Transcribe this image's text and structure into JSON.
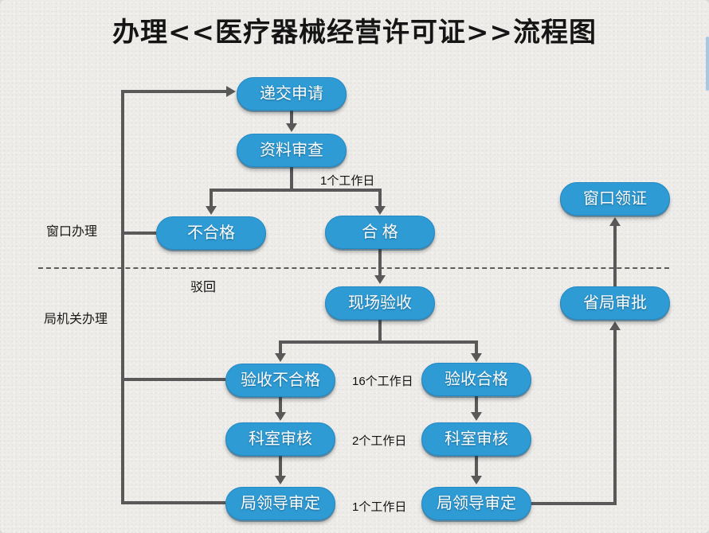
{
  "title": "办理<<医疗器械经营许可证>>流程图",
  "colors": {
    "background": "#EDECE9",
    "node_fill": "#2E9BD5",
    "node_border": "#2389C4",
    "arrow": "#595959",
    "accent_strip": "#A9C7E1"
  },
  "lanes": {
    "window": "窗口办理",
    "bureau": "局机关办理"
  },
  "annotations": {
    "reject": "驳回",
    "days_review": "1个工作日",
    "days_acceptance": "16个工作日",
    "days_dept": "2个工作日",
    "days_leader": "1个工作日"
  },
  "nodes": {
    "submit": "递交申请",
    "material_review": "资料审查",
    "unqualified": "不合格",
    "qualified": "合 格",
    "onsite_acceptance": "现场验收",
    "window_certificate": "窗口领证",
    "provincial_approval": "省局审批",
    "acceptance_failed": "验收不合格",
    "acceptance_passed": "验收合格",
    "dept_review_left": "科室审核",
    "dept_review_right": "科室审核",
    "leader_approval_left": "局领导审定",
    "leader_approval_right": "局领导审定"
  }
}
